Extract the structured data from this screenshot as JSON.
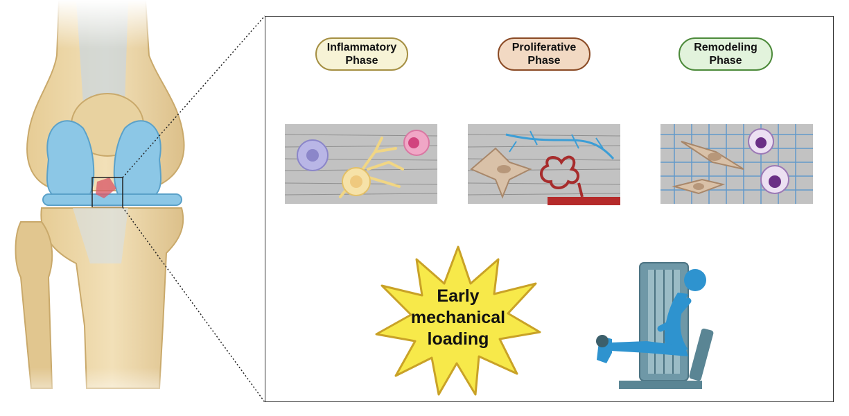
{
  "phases": [
    {
      "label": "Inflammatory\nPhase"
    },
    {
      "label": "Proliferative\nPhase"
    },
    {
      "label": "Remodeling\nPhase"
    }
  ],
  "callout": {
    "text": "Early\nmechanical\nloading"
  },
  "colors": {
    "inflammatory_fill": "#f7f3d6",
    "inflammatory_border": "#a58f43",
    "proliferative_fill": "#f2d9c3",
    "proliferative_border": "#8a4a25",
    "remodeling_fill": "#e2f3dc",
    "remodeling_border": "#4c8a3a",
    "burst_fill": "#f7e94a",
    "burst_border": "#c9a227",
    "machine_blue": "#2e93cf",
    "machine_frame": "#5a8594"
  },
  "icons": [
    "knee-joint-icon",
    "lesion-zoom-icon",
    "immune-cells-icon",
    "fibroblast-vessel-icon",
    "collagen-mesh-icon",
    "leg-press-machine-icon"
  ]
}
